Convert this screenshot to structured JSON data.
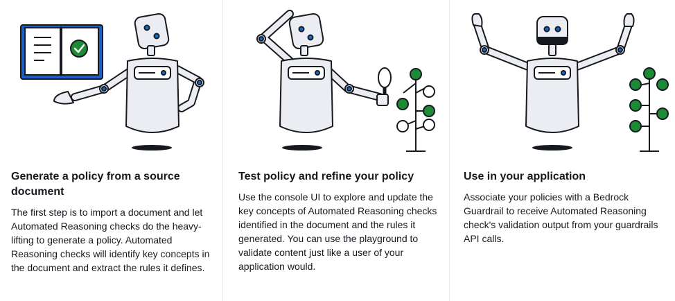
{
  "cards": [
    {
      "title": "Generate a policy from a source document",
      "body": "The first step is to import a document and let Automated Reasoning checks do the heavy-lifting to generate a policy. Automated Reasoning checks will identify key concepts in the document and extract the rules it defines."
    },
    {
      "title": "Test policy and refine your policy",
      "body": "Use the console UI to explore and update the key concepts of Automated Reasoning checks identified in the document and the rules it generated. You can use the playground to validate content just like a user of your application would."
    },
    {
      "title": "Use in your application",
      "body": "Associate your policies with a Bedrock Guardrail to receive Automated Reasoning check's validation output from your guardrails API calls."
    }
  ],
  "icons": {
    "card1": [
      "robot-icon",
      "book-icon",
      "checkmark-icon"
    ],
    "card2": [
      "robot-icon",
      "magnifying-glass-icon",
      "tree-graph-icon"
    ],
    "card3": [
      "robot-icon",
      "tree-graph-icon"
    ]
  },
  "colors": {
    "robot_fill": "#ecedf2",
    "robot_stroke": "#16191f",
    "eye_blue": "#0f6bd6",
    "book_blue": "#1a5fc4",
    "node_green": "#1d8a36"
  }
}
